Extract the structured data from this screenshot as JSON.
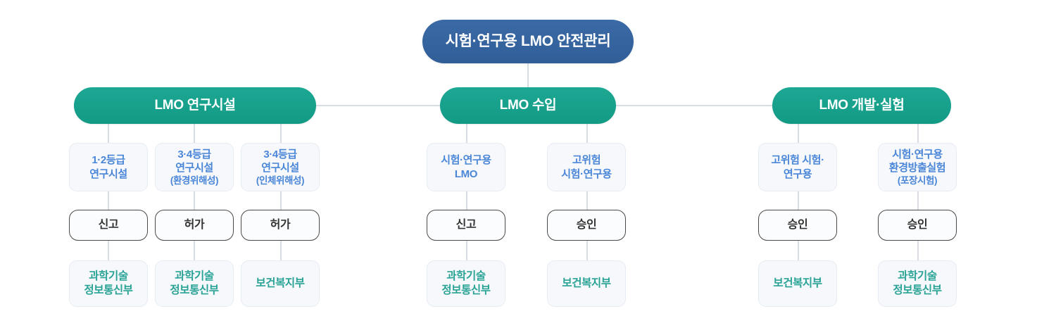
{
  "diagram": {
    "title": "시험·연구용 LMO 안전관리",
    "colors": {
      "root_blue": "#36659f",
      "branch_teal": "#17a08c",
      "category_text": "#4a86d8",
      "category_fill": "#f6f8fb",
      "action_border": "#4a4a4a",
      "action_text": "#333333",
      "ministry_text": "#2aa396",
      "connector": "#d8dde3",
      "page_background": "#ffffff"
    },
    "root": {
      "label": "시험·연구용 LMO 안전관리"
    },
    "branches": [
      {
        "label": "LMO 연구시설",
        "columns": [
          {
            "category": "1·2등급\n연구시설",
            "category_note": "",
            "action": "신고",
            "ministry": "과학기술\n정보통신부"
          },
          {
            "category": "3·4등급\n연구시설",
            "category_note": "(환경위해성)",
            "action": "허가",
            "ministry": "과학기술\n정보통신부"
          },
          {
            "category": "3·4등급\n연구시설",
            "category_note": "(인체위해성)",
            "action": "허가",
            "ministry": "보건복지부"
          }
        ]
      },
      {
        "label": "LMO 수입",
        "columns": [
          {
            "category": "시험·연구용\nLMO",
            "category_note": "",
            "action": "신고",
            "ministry": "과학기술\n정보통신부"
          },
          {
            "category": "고위험\n시험·연구용",
            "category_note": "",
            "action": "승인",
            "ministry": "보건복지부"
          }
        ]
      },
      {
        "label": "LMO 개발·실험",
        "columns": [
          {
            "category": "고위험 시험·\n연구용",
            "category_note": "",
            "action": "승인",
            "ministry": "보건복지부"
          },
          {
            "category": "시험·연구용\n환경방출실험",
            "category_note": "(포장시험)",
            "action": "승인",
            "ministry": "과학기술\n정보통신부"
          }
        ]
      }
    ]
  }
}
